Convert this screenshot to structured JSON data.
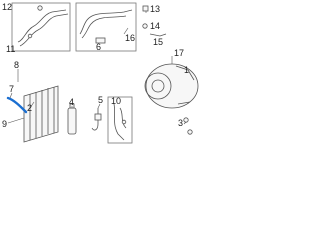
{
  "diagram": {
    "accent_color": "#1b6fd1",
    "line_color": "#555555",
    "callouts": {
      "c1": "1",
      "c2": "2",
      "c3": "3",
      "c4": "4",
      "c5": "5",
      "c6": "6",
      "c7": "7",
      "c8": "8",
      "c9": "9",
      "c10": "10",
      "c11": "11",
      "c12": "12",
      "c13": "13",
      "c14": "14",
      "c15": "15",
      "c16": "16",
      "c17": "17"
    }
  }
}
